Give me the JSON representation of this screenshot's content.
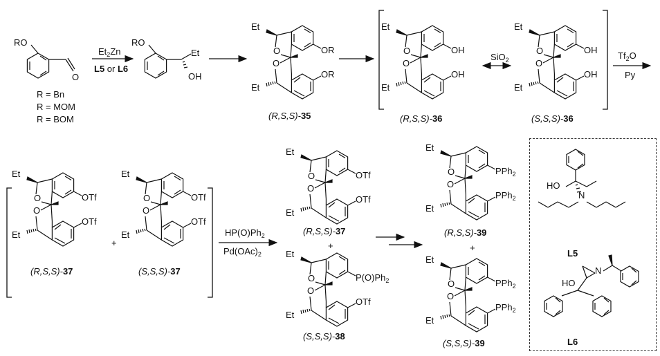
{
  "start": {
    "substituent": "RO",
    "carbonyl_o": "O",
    "r_options": [
      "R = Bn",
      "R = MOM",
      "R = BOM"
    ]
  },
  "step1": {
    "reagent_top": [
      "Et",
      "2",
      "Zn"
    ],
    "reagent_bottom": [
      "L5",
      " or ",
      "L6"
    ]
  },
  "alcohol": {
    "ro": "RO",
    "et": "Et",
    "oh": "OH"
  },
  "step_sio2": [
    "SiO",
    "2"
  ],
  "step_tf2o": {
    "top": [
      "Tf",
      "2",
      "O"
    ],
    "bottom": "Py"
  },
  "step_pd": {
    "top": [
      "HP(O)Ph",
      "2"
    ],
    "bottom": [
      "Pd(OAc)",
      "2"
    ]
  },
  "plus": "+",
  "compounds": [
    {
      "stereo": "(R,S,S)-",
      "number": "35",
      "et": "Et",
      "o": "O",
      "sub_top": [
        "OR",
        ""
      ],
      "sub_bottom": [
        "OR",
        ""
      ]
    },
    {
      "stereo": "(R,S,S)-",
      "number": "36",
      "et": "Et",
      "o": "O",
      "sub_top": [
        "OH",
        ""
      ],
      "sub_bottom": [
        "OH",
        ""
      ]
    },
    {
      "stereo": "(S,S,S)-",
      "number": "36",
      "et": "Et",
      "o": "O",
      "sub_top": [
        "OH",
        ""
      ],
      "sub_bottom": [
        "OH",
        ""
      ]
    },
    {
      "stereo": "(R,S,S)-",
      "number": "37",
      "et": "Et",
      "o": "O",
      "sub_top": [
        "OTf",
        ""
      ],
      "sub_bottom": [
        "OTf",
        ""
      ]
    },
    {
      "stereo": "(S,S,S)-",
      "number": "37",
      "et": "Et",
      "o": "O",
      "sub_top": [
        "OTf",
        ""
      ],
      "sub_bottom": [
        "OTf",
        ""
      ]
    },
    {
      "stereo": "(R,S,S)-",
      "number": "37",
      "et": "Et",
      "o": "O",
      "sub_top": [
        "OTf",
        ""
      ],
      "sub_bottom": [
        "OTf",
        ""
      ]
    },
    {
      "stereo": "(S,S,S)-",
      "number": "38",
      "et": "Et",
      "o": "O",
      "sub_top": [
        "P(O)Ph",
        "2"
      ],
      "sub_bottom": [
        "OTf",
        ""
      ]
    },
    {
      "stereo": "(R,S,S)-",
      "number": "39",
      "et": "Et",
      "o": "O",
      "sub_top": [
        "PPh",
        "2"
      ],
      "sub_bottom": [
        "PPh",
        "2"
      ]
    },
    {
      "stereo": "(S,S,S)-",
      "number": "39",
      "et": "Et",
      "o": "O",
      "sub_top": [
        "PPh",
        "2"
      ],
      "sub_bottom": [
        "PPh",
        "2"
      ]
    }
  ],
  "ligands": {
    "L5": {
      "label": "L5",
      "ho": "HO",
      "n": "N"
    },
    "L6": {
      "label": "L6",
      "ho": "HO",
      "n": "N"
    }
  }
}
